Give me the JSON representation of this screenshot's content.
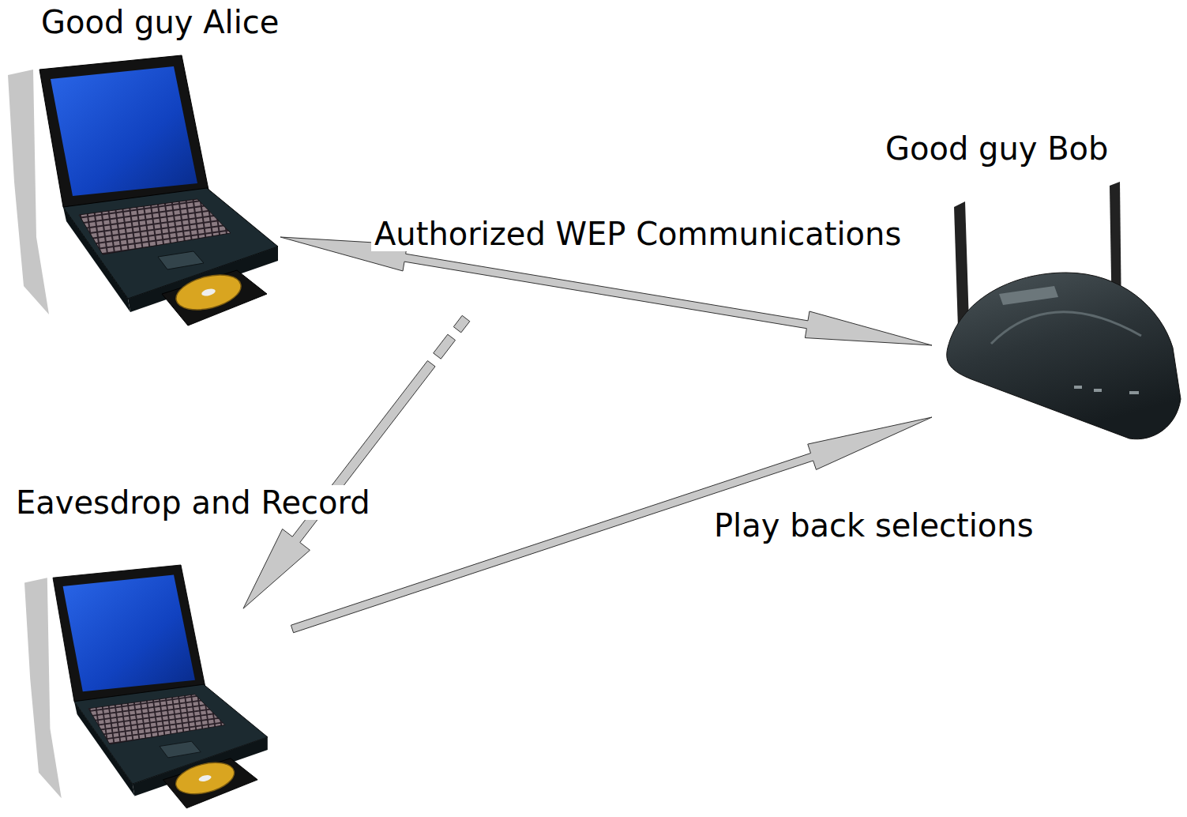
{
  "diagram": {
    "nodes": [
      {
        "text": [
          "Good guy Alice"
        ]
      },
      {
        "text": [
          "Good guy Bob"
        ]
      },
      {
        "text": [
          "Eavesdrop and Record"
        ]
      }
    ],
    "edges": [
      {
        "from": 0,
        "to": 1,
        "arrow": "both",
        "label": "Authorized WEP Communications"
      },
      {
        "from": 2,
        "to": 1,
        "arrow": "to",
        "label": "Play back selections"
      }
    ]
  }
}
